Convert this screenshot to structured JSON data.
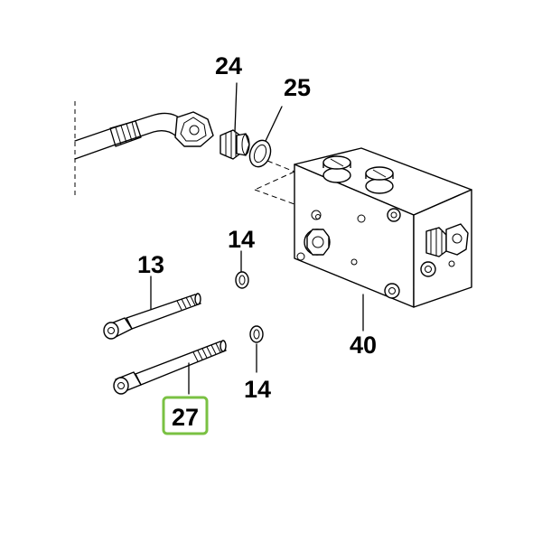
{
  "parts": {
    "p24": {
      "number": "24"
    },
    "p25": {
      "number": "25"
    },
    "p14a": {
      "number": "14"
    },
    "p14b": {
      "number": "14"
    },
    "p13": {
      "number": "13"
    },
    "p27": {
      "number": "27"
    },
    "p40": {
      "number": "40"
    }
  },
  "highlighted_part": "27",
  "colors": {
    "highlight": "#7ac143",
    "line": "#000000",
    "background": "#ffffff"
  }
}
